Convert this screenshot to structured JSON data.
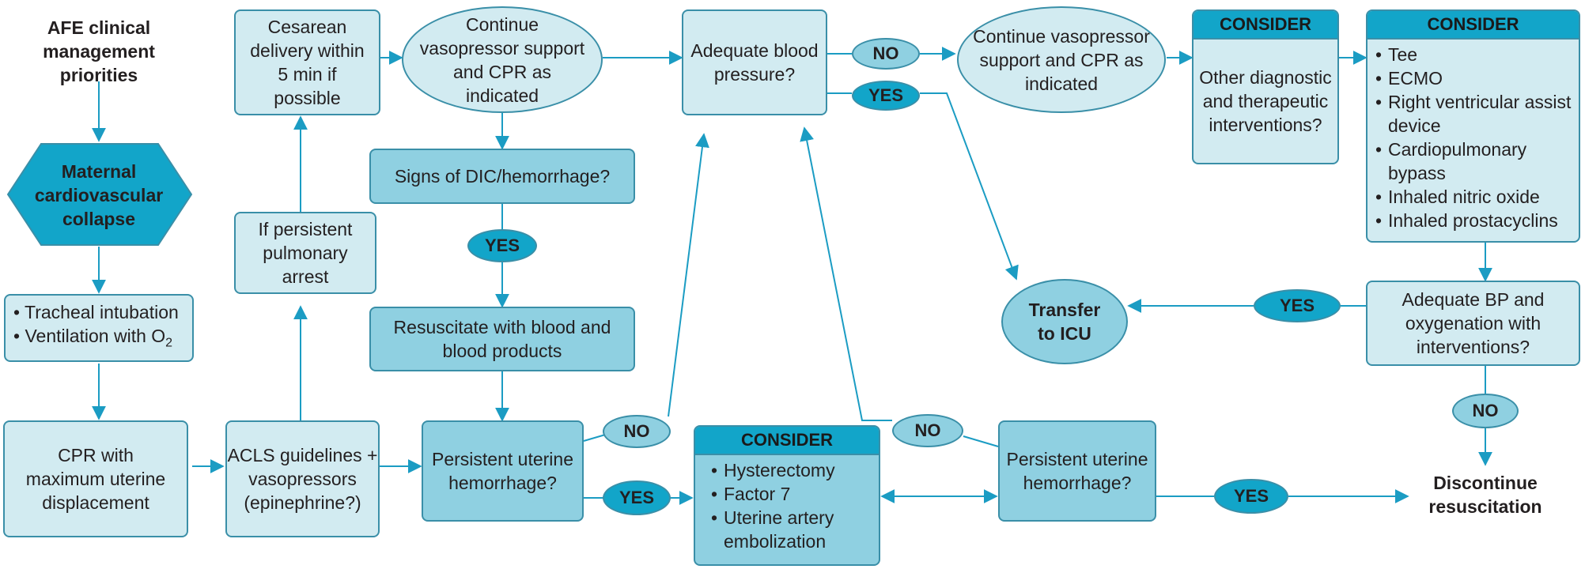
{
  "title": "AFE clinical management priorities",
  "collapse": "Maternal cardiovascular collapse",
  "tracheal": "Tracheal intubation",
  "ventilation": "Ventilation with O",
  "ventilation_sub": "2",
  "cpr": "CPR with maximum uterine displacement",
  "acls": "ACLS guidelines + vasopressors (epinephrine?)",
  "persistent_arrest": "If persistent pulmonary arrest",
  "cesarean": "Cesarean delivery within 5 min if possible",
  "continue_left": "Continue vasopressor support and CPR as indicated",
  "dic": "Signs of DIC/hemorrhage?",
  "yes": "YES",
  "no": "NO",
  "resuscitate": "Resuscitate with blood and blood products",
  "uterine_left": "Persistent uterine hemorrhage?",
  "adequate_bp": "Adequate blood pressure?",
  "continue_right": "Continue vasopressor support and CPR as indicated",
  "consider_label": "CONSIDER",
  "consider_other": "Other diagnostic and therapeutic interventions?",
  "consider_list": [
    "Tee",
    "ECMO",
    "Right ventricular assist device",
    "Cardiopulmonary bypass",
    "Inhaled nitric oxide",
    "Inhaled prostacyclins"
  ],
  "transfer": "Transfer to ICU",
  "adequate_bp_ox": "Adequate BP and oxygenation with interventions?",
  "consider_uterine": [
    "Hysterectomy",
    "Factor 7",
    "Uterine artery embolization"
  ],
  "uterine_right": "Persistent uterine hemorrhage?",
  "discontinue": "Discontinue resuscitation",
  "colors": {
    "line": "#1b9cc3",
    "light_fill": "#d2ebf1",
    "mid_fill": "#8fd0e1",
    "dark_fill": "#12a5c9"
  }
}
